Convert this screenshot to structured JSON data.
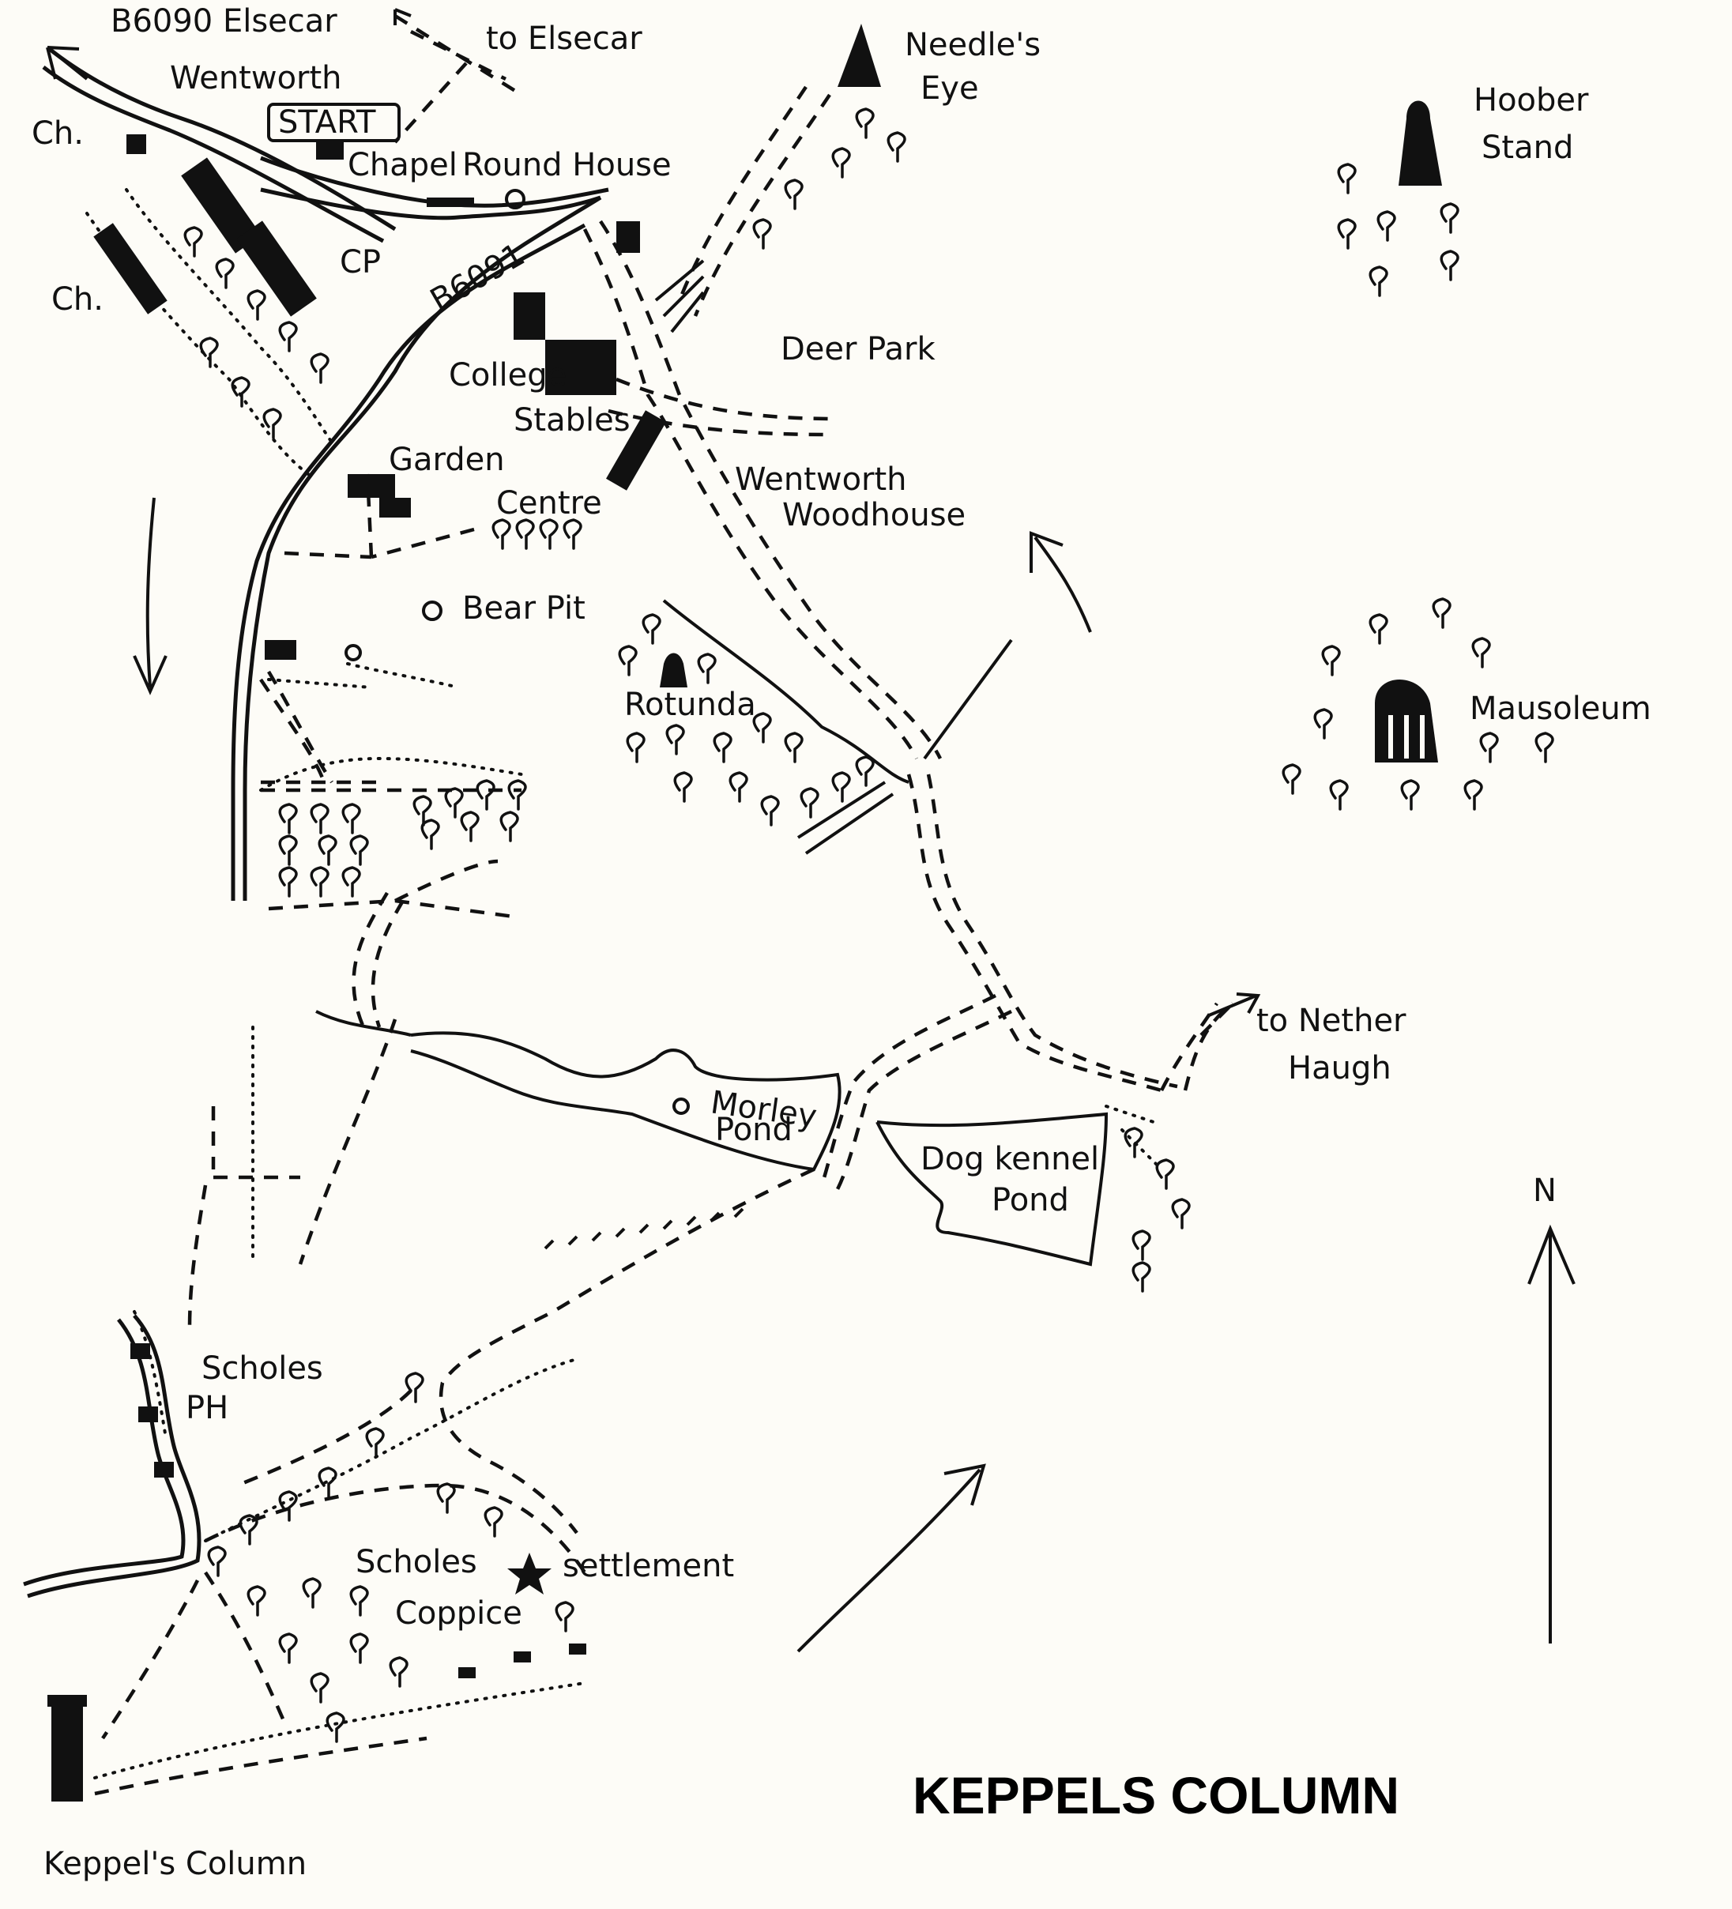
{
  "map": {
    "title": "KEPPELS COLUMN",
    "north": "N",
    "labels": {
      "b6090": "B6090 Elsecar",
      "to_elsecar": "to Elsecar",
      "wentworth": "Wentworth",
      "start": "START",
      "ch1": "Ch.",
      "ch2": "Ch.",
      "chapel": "Chapel",
      "round_house": "Round House",
      "cp": "CP",
      "b6091": "B6091",
      "college": "College",
      "stables": "Stables",
      "garden": "Garden",
      "centre": "Centre",
      "bear_pit": "Bear Pit",
      "needles_eye_1": "Needle's",
      "needles_eye_2": "Eye",
      "hoober_1": "Hoober",
      "hoober_2": "Stand",
      "deer_park": "Deer Park",
      "ww_1": "Wentworth",
      "ww_2": "Woodhouse",
      "rotunda": "Rotunda",
      "mausoleum": "Mausoleum",
      "morley_1": "Morley",
      "morley_2": "Pond",
      "dogkennel_1": "Dog kennel",
      "dogkennel_2": "Pond",
      "nether_1": "to Nether",
      "nether_2": "Haugh",
      "scholes": "Scholes",
      "ph": "PH",
      "coppice_1": "Scholes",
      "coppice_2": "Coppice",
      "settlement": "settlement",
      "keppels_column": "Keppel's Column"
    }
  }
}
